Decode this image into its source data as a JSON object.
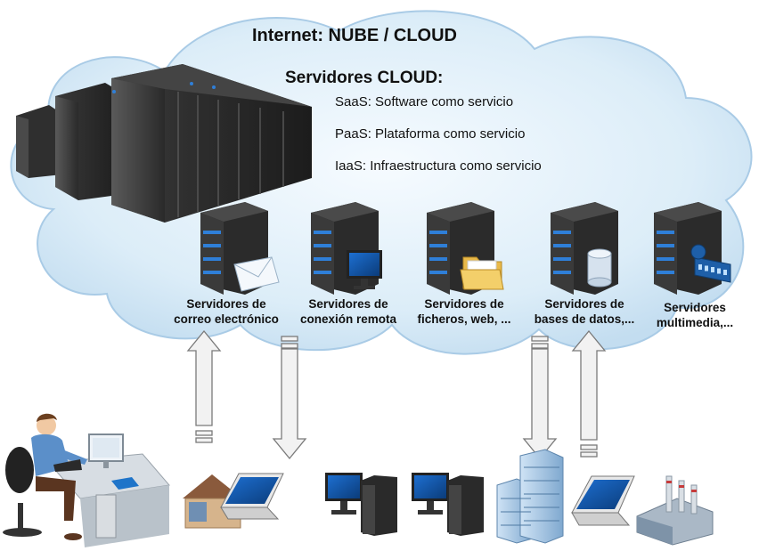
{
  "title": "Internet: NUBE / CLOUD",
  "cloud_servers": {
    "heading": "Servidores CLOUD:",
    "services": [
      "SaaS: Software como servicio",
      "PaaS: Plataforma como servicio",
      "IaaS: Infraestructura como servicio"
    ]
  },
  "servers": [
    {
      "line1": "Servidores de",
      "line2": "correo electrónico",
      "icon": "envelope-icon"
    },
    {
      "line1": "Servidores de",
      "line2": "conexión remota",
      "icon": "monitor-icon"
    },
    {
      "line1": "Servidores de",
      "line2": "ficheros, web, ...",
      "icon": "folder-icon"
    },
    {
      "line1": "Servidores de",
      "line2": "bases de datos,...",
      "icon": "database-icon"
    },
    {
      "line1": "Servidores",
      "line2": "multimedia,...",
      "icon": "film-reel-icon"
    }
  ],
  "colors": {
    "cloud_fill": "#d8ebf7",
    "cloud_stroke": "#a9cbe6",
    "server_dark": "#2b2b2b",
    "server_led": "#2f7fd8",
    "arrow_fill": "#f2f2f2",
    "arrow_stroke": "#7a7a7a"
  }
}
